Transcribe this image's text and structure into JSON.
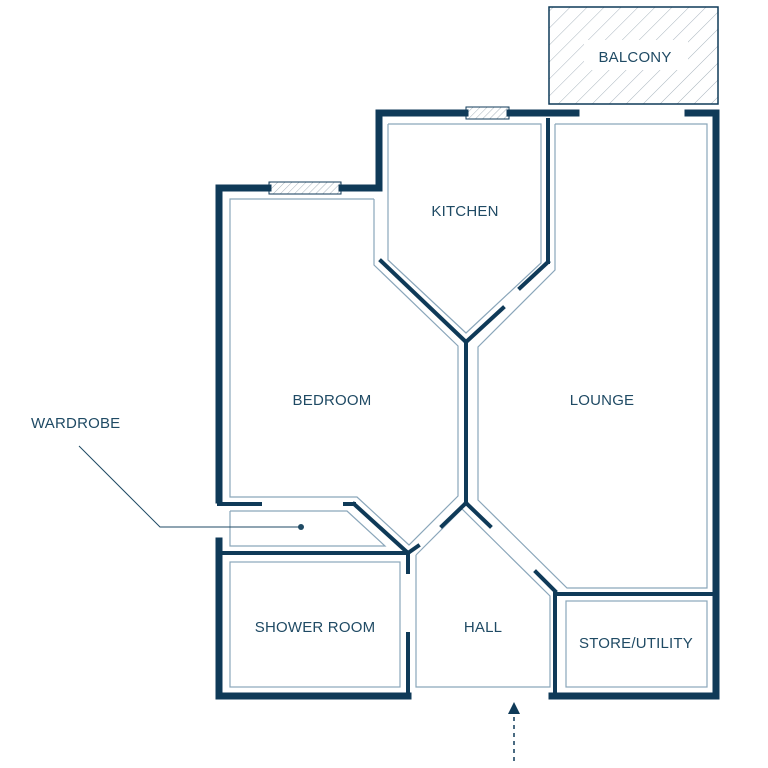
{
  "floorplan": {
    "rooms": {
      "balcony": "BALCONY",
      "kitchen": "KITCHEN",
      "bedroom": "BEDROOM",
      "lounge": "LOUNGE",
      "wardrobe": "WARDROBE",
      "shower_room": "SHOWER ROOM",
      "hall": "HALL",
      "store_utility": "STORE/UTILITY"
    },
    "colors": {
      "wall": "#0f3a58",
      "inner_outline": "#8aa6ba",
      "label": "#1f4a64",
      "hatch": "#a8b4bd"
    }
  }
}
